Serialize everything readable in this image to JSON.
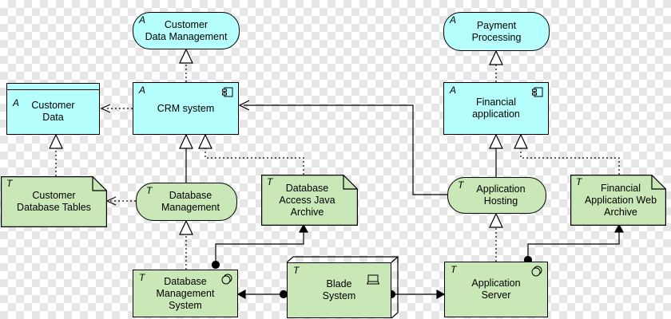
{
  "colors": {
    "application_fill": "#b5ffff",
    "technology_fill": "#c9e7b7",
    "line": "#000000"
  },
  "layer_tags": {
    "application": "A",
    "technology": "T"
  },
  "nodes": {
    "customer_data_management": "Customer\nData Management",
    "payment_processing": "Payment\nProcessing",
    "customer_data": "Customer\nData",
    "crm_system": "CRM system",
    "financial_application": "Financial\napplication",
    "customer_database_tables": "Customer\nDatabase Tables",
    "database_management": "Database\nManagement",
    "database_access_java_archive": "Database\nAccess Java\nArchive",
    "application_hosting": "Application\nHosting",
    "financial_application_web_archive": "Financial\nApplication Web\nArchive",
    "database_management_system": "Database\nManagement\nSystem",
    "blade_system": "Blade\nSystem",
    "application_server": "Application\nServer"
  },
  "icons": {
    "application_component": "component-icon",
    "system_software": "system-software-icon",
    "device": "device-icon"
  }
}
